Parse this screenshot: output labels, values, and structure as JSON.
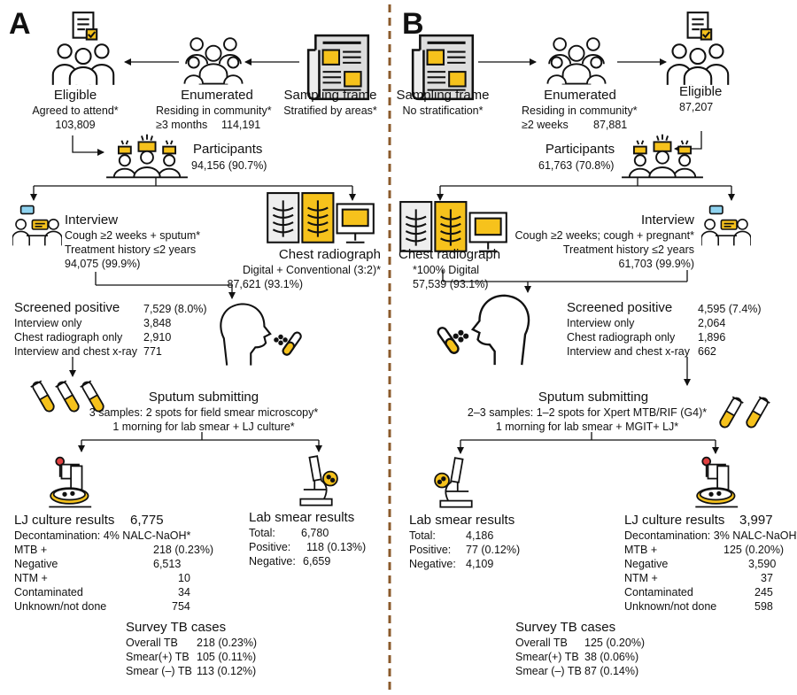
{
  "panel_a": {
    "letter": "A",
    "eligible": {
      "title": "Eligible",
      "criterion": "Agreed to attend*",
      "count": "103,809"
    },
    "enumerated": {
      "title": "Enumerated",
      "criterion": "Residing in community*",
      "duration": "≥3 months",
      "count": "114,191"
    },
    "sampling": {
      "title": "Sampling frame",
      "note": "Stratified by areas*"
    },
    "participants": {
      "title": "Participants",
      "count": "94,156 (90.7%)"
    },
    "interview": {
      "title": "Interview",
      "line1": "Cough ≥2 weeks + sputum*",
      "line2": "Treatment history ≤2 years",
      "count": "94,075 (99.9%)"
    },
    "xray": {
      "title": "Chest radiograph",
      "line1": "Digital + Conventional (3:2)*",
      "count": "87,621 (93.1%)"
    },
    "screened": {
      "rows": [
        {
          "label": "Screened positive",
          "value": "7,529 (8.0%)"
        },
        {
          "label": "Interview only",
          "value": "3,848"
        },
        {
          "label": "Chest radiograph only",
          "value": "2,910"
        },
        {
          "label": "Interview and chest x-ray",
          "value": "771"
        }
      ]
    },
    "sputum": {
      "title": "Sputum submitting",
      "line1": "3 samples:  2 spots for field smear microscopy*",
      "line2": "1 morning for lab smear + LJ culture*"
    },
    "lj": {
      "title": "LJ culture results",
      "total": "6,775",
      "decon": "Decontamination: 4% NALC-NaOH*",
      "rows": [
        {
          "label": "MTB +",
          "value": "218 (0.23%)"
        },
        {
          "label": "Negative",
          "value": "6,513"
        },
        {
          "label": "NTM +",
          "value": "10"
        },
        {
          "label": "Contaminated",
          "value": "34"
        },
        {
          "label": "Unknown/not done",
          "value": "754"
        }
      ]
    },
    "smear": {
      "title": "Lab smear results",
      "rows": [
        {
          "label": "Total:",
          "value": "6,780"
        },
        {
          "label": "Positive:",
          "value": "118 (0.13%)"
        },
        {
          "label": "Negative:",
          "value": "6,659"
        }
      ]
    },
    "cases": {
      "title": "Survey TB cases",
      "rows": [
        {
          "label": "Overall TB",
          "value": "218 (0.23%)"
        },
        {
          "label": "Smear(+) TB",
          "value": "105 (0.11%)"
        },
        {
          "label": "Smear (–) TB",
          "value": "113 (0.12%)"
        }
      ]
    }
  },
  "panel_b": {
    "letter": "B",
    "sampling": {
      "title": "Sampling frame",
      "note": "No stratification*"
    },
    "enumerated": {
      "title": "Enumerated",
      "criterion": "Residing in community*",
      "duration": "≥2 weeks",
      "count": "87,881"
    },
    "eligible": {
      "title": "Eligible",
      "count": "87,207"
    },
    "participants": {
      "title": "Participants",
      "count": "61,763 (70.8%)"
    },
    "xray": {
      "title": "Chest radiograph",
      "line1": "*100% Digital",
      "count": "57,539 (93.1%)"
    },
    "interview": {
      "title": "Interview",
      "line1": "Cough ≥2 weeks; cough + pregnant*",
      "line2": "Treatment history ≤2 years",
      "count": "61,703 (99.9%)"
    },
    "screened": {
      "rows": [
        {
          "label": "Screened positive",
          "value": "4,595 (7.4%)"
        },
        {
          "label": "Interview only",
          "value": "2,064"
        },
        {
          "label": "Chest radiograph only",
          "value": "1,896"
        },
        {
          "label": "Interview and chest x-ray",
          "value": "662"
        }
      ]
    },
    "sputum": {
      "title": "Sputum submitting",
      "line1": "2–3 samples:  1–2 spots for Xpert MTB/RIF (G4)*",
      "line2": "1 morning for lab smear + MGIT+ LJ*"
    },
    "smear": {
      "title": "Lab smear results",
      "rows": [
        {
          "label": "Total:",
          "value": "4,186"
        },
        {
          "label": "Positive:",
          "value": "77 (0.12%)"
        },
        {
          "label": "Negative:",
          "value": "4,109"
        }
      ]
    },
    "lj": {
      "title": "LJ culture results",
      "total": "3,997",
      "decon": "Decontamination: 3% NALC-NaOH*",
      "rows": [
        {
          "label": "MTB +",
          "value": "125 (0.20%)"
        },
        {
          "label": "Negative",
          "value": "3,590"
        },
        {
          "label": "NTM +",
          "value": "37"
        },
        {
          "label": "Contaminated",
          "value": "245"
        },
        {
          "label": "Unknown/not done",
          "value": "598"
        }
      ]
    },
    "cases": {
      "title": "Survey TB cases",
      "rows": [
        {
          "label": "Overall TB",
          "value": "125 (0.20%)"
        },
        {
          "label": "Smear(+) TB",
          "value": "38 (0.06%)"
        },
        {
          "label": "Smear (–) TB",
          "value": "87 (0.14%)"
        }
      ]
    }
  },
  "colors": {
    "accent_yellow": "#f6c21c",
    "divider": "#8b5a2b",
    "line": "#111111",
    "bubble_blue": "#8fd3f0"
  }
}
